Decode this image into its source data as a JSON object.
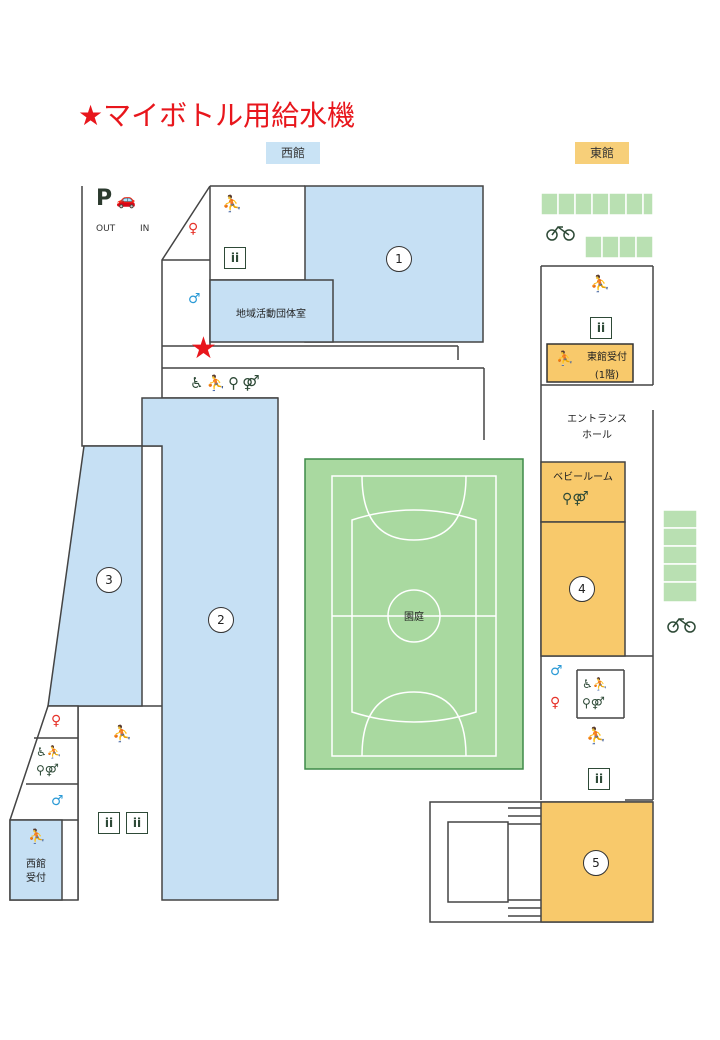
{
  "title": "★マイボトル用給水機",
  "west_building": "西館",
  "east_building": "東館",
  "parking": {
    "letter": "P",
    "car_icon": "car-icon",
    "out": "OUT",
    "in": "IN"
  },
  "rooms": {
    "community_room": "地域活動団体室",
    "courtyard": "園庭",
    "entrance_hall": "エントランス\nホール",
    "east_reception": "東館受付",
    "east_reception_floor": "(1階)",
    "baby_room": "ベビールーム",
    "west_reception": "西館\n受付"
  },
  "numbers": [
    "1",
    "2",
    "3",
    "4",
    "5"
  ],
  "marker": {
    "symbol": "★",
    "meaning": "water-dispenser-marker"
  },
  "icons": {
    "elevator": "ii",
    "restroom_female": "female-restroom-icon",
    "restroom_male": "male-restroom-icon",
    "stairs": "stairs-icon",
    "bicycle": "bicycle-icon",
    "accessible": "accessible-toilet-icon"
  },
  "colors": {
    "west": "#c6e0f4",
    "east": "#f8c96b",
    "courtyard": "#a9d9a0",
    "courtyard_border": "#3e8a48",
    "bike_rack": "#b9e0b2",
    "marker": "#e8161c",
    "female": "#e6332a",
    "male": "#2b9ad6"
  }
}
